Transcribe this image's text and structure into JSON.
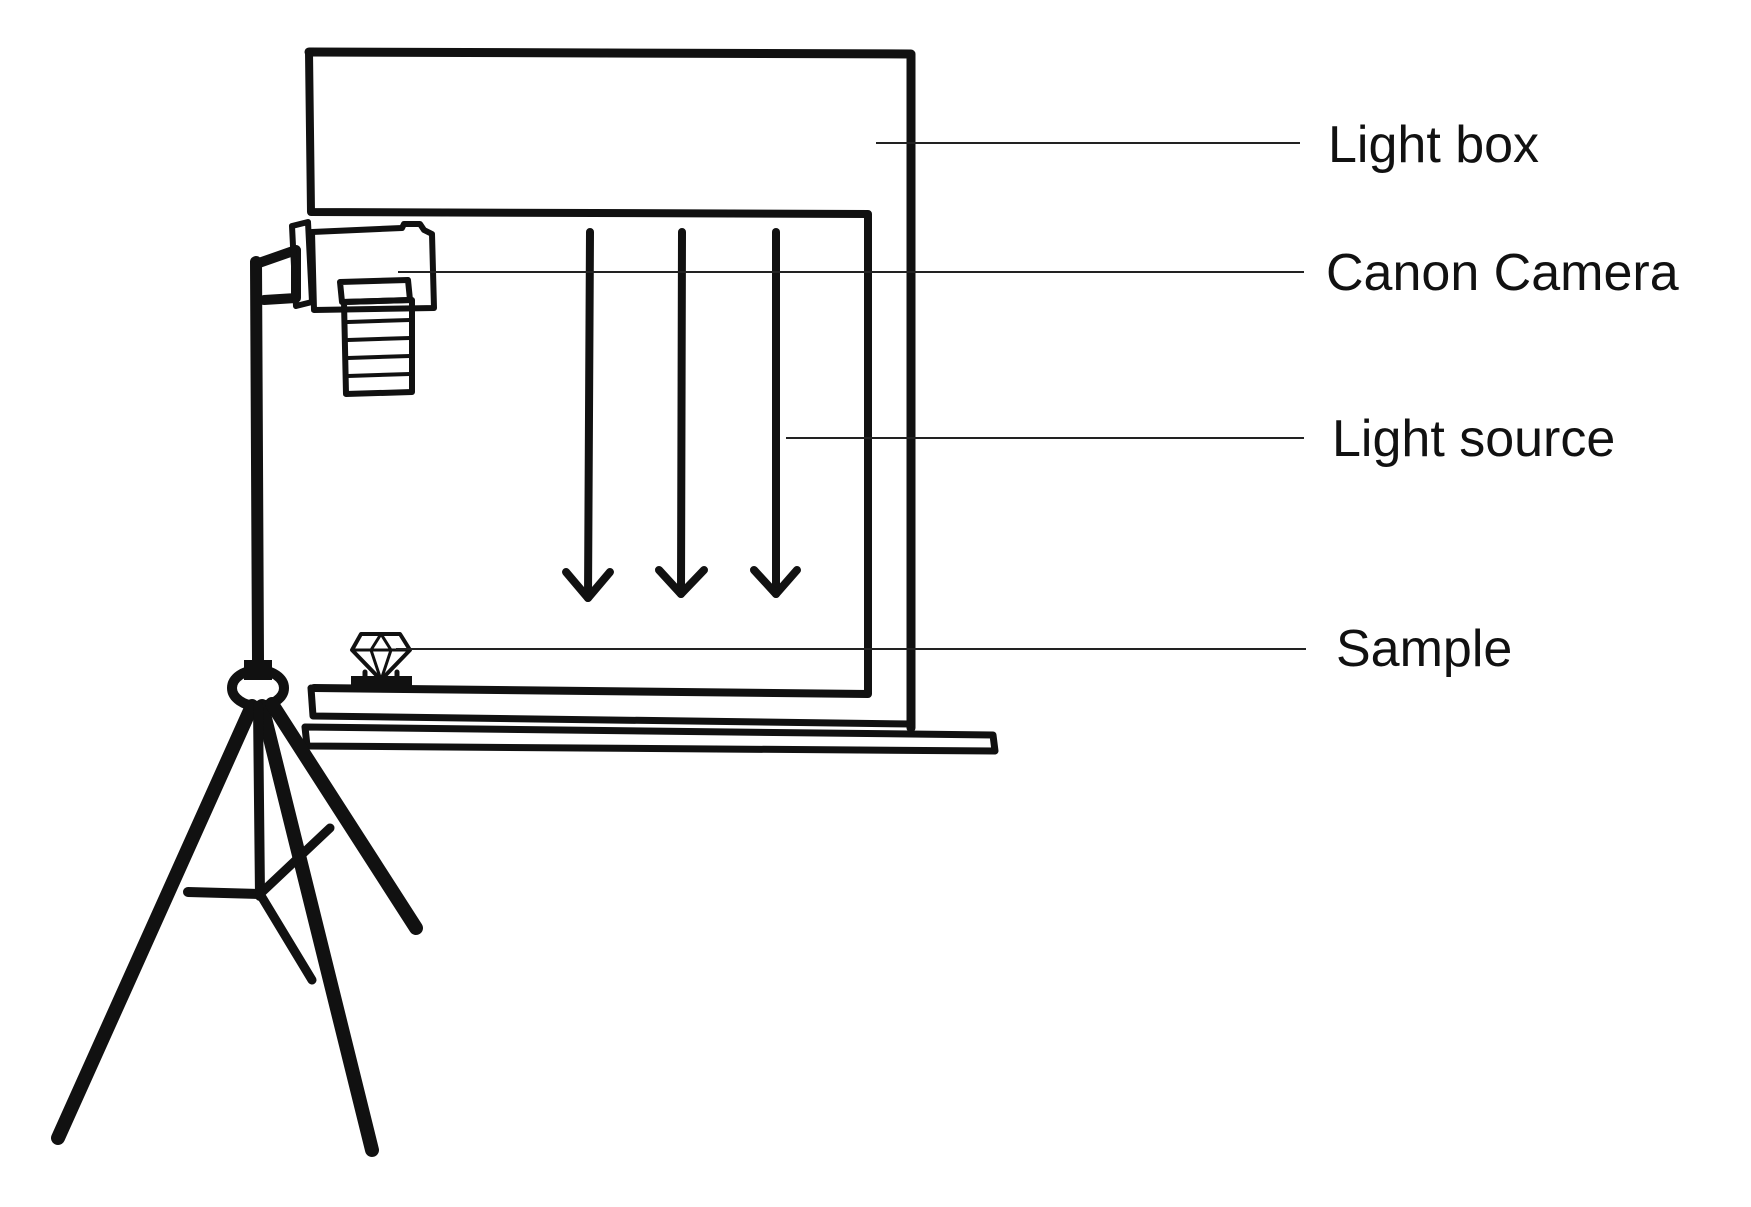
{
  "callouts": {
    "light_box": "Light box",
    "canon_camera": "Canon Camera",
    "light_source": "Light source",
    "sample": "Sample"
  },
  "colors": {
    "ink": "#111111",
    "background": "#ffffff"
  }
}
